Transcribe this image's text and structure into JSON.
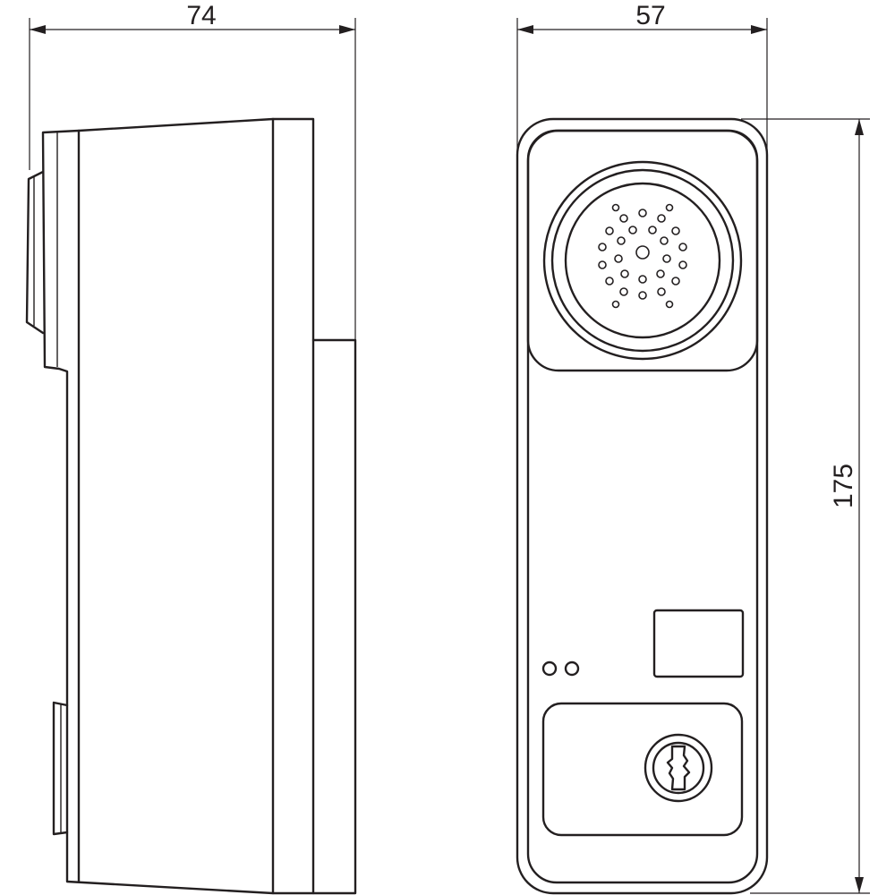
{
  "dimensions": {
    "side_depth": "74",
    "front_width": "57",
    "height": "175"
  },
  "colors": {
    "line": "#231f20",
    "background": "#ffffff"
  }
}
